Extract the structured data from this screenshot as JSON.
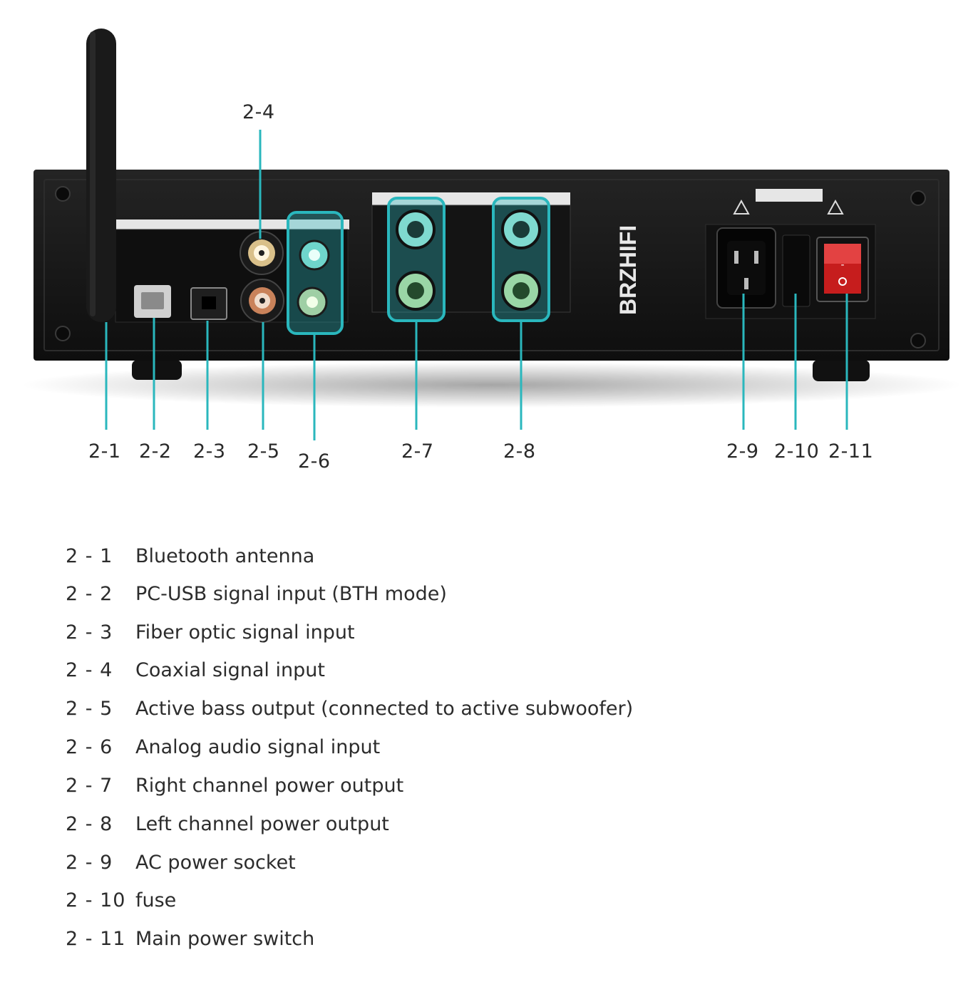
{
  "brand": "BRZHIFI",
  "colors": {
    "accent": "#2ab7bd",
    "chassis": "#151515",
    "switch": "#c61d1d"
  },
  "callouts": {
    "c2_1": "2-1",
    "c2_2": "2-2",
    "c2_3": "2-3",
    "c2_4": "2-4",
    "c2_5": "2-5",
    "c2_6": "2-6",
    "c2_7": "2-7",
    "c2_8": "2-8",
    "c2_9": "2-9",
    "c2_10": "2-10",
    "c2_11": "2-11"
  },
  "legend": [
    {
      "num": "2 - 1",
      "text": "Bluetooth antenna"
    },
    {
      "num": "2 - 2",
      "text": "PC-USB signal input (BTH mode)"
    },
    {
      "num": "2 - 3",
      "text": "Fiber optic signal input"
    },
    {
      "num": "2 - 4",
      "text": "Coaxial signal input"
    },
    {
      "num": "2 - 5",
      "text": "Active bass output (connected to active subwoofer)"
    },
    {
      "num": "2 - 6",
      "text": "Analog audio signal input"
    },
    {
      "num": "2 - 7",
      "text": "Right channel power output"
    },
    {
      "num": "2 - 8",
      "text": "Left channel power output"
    },
    {
      "num": "2 - 9",
      "text": "AC power socket"
    },
    {
      "num": "2 - 10",
      "text": "fuse"
    },
    {
      "num": "2 - 11",
      "text": "Main power switch"
    }
  ]
}
